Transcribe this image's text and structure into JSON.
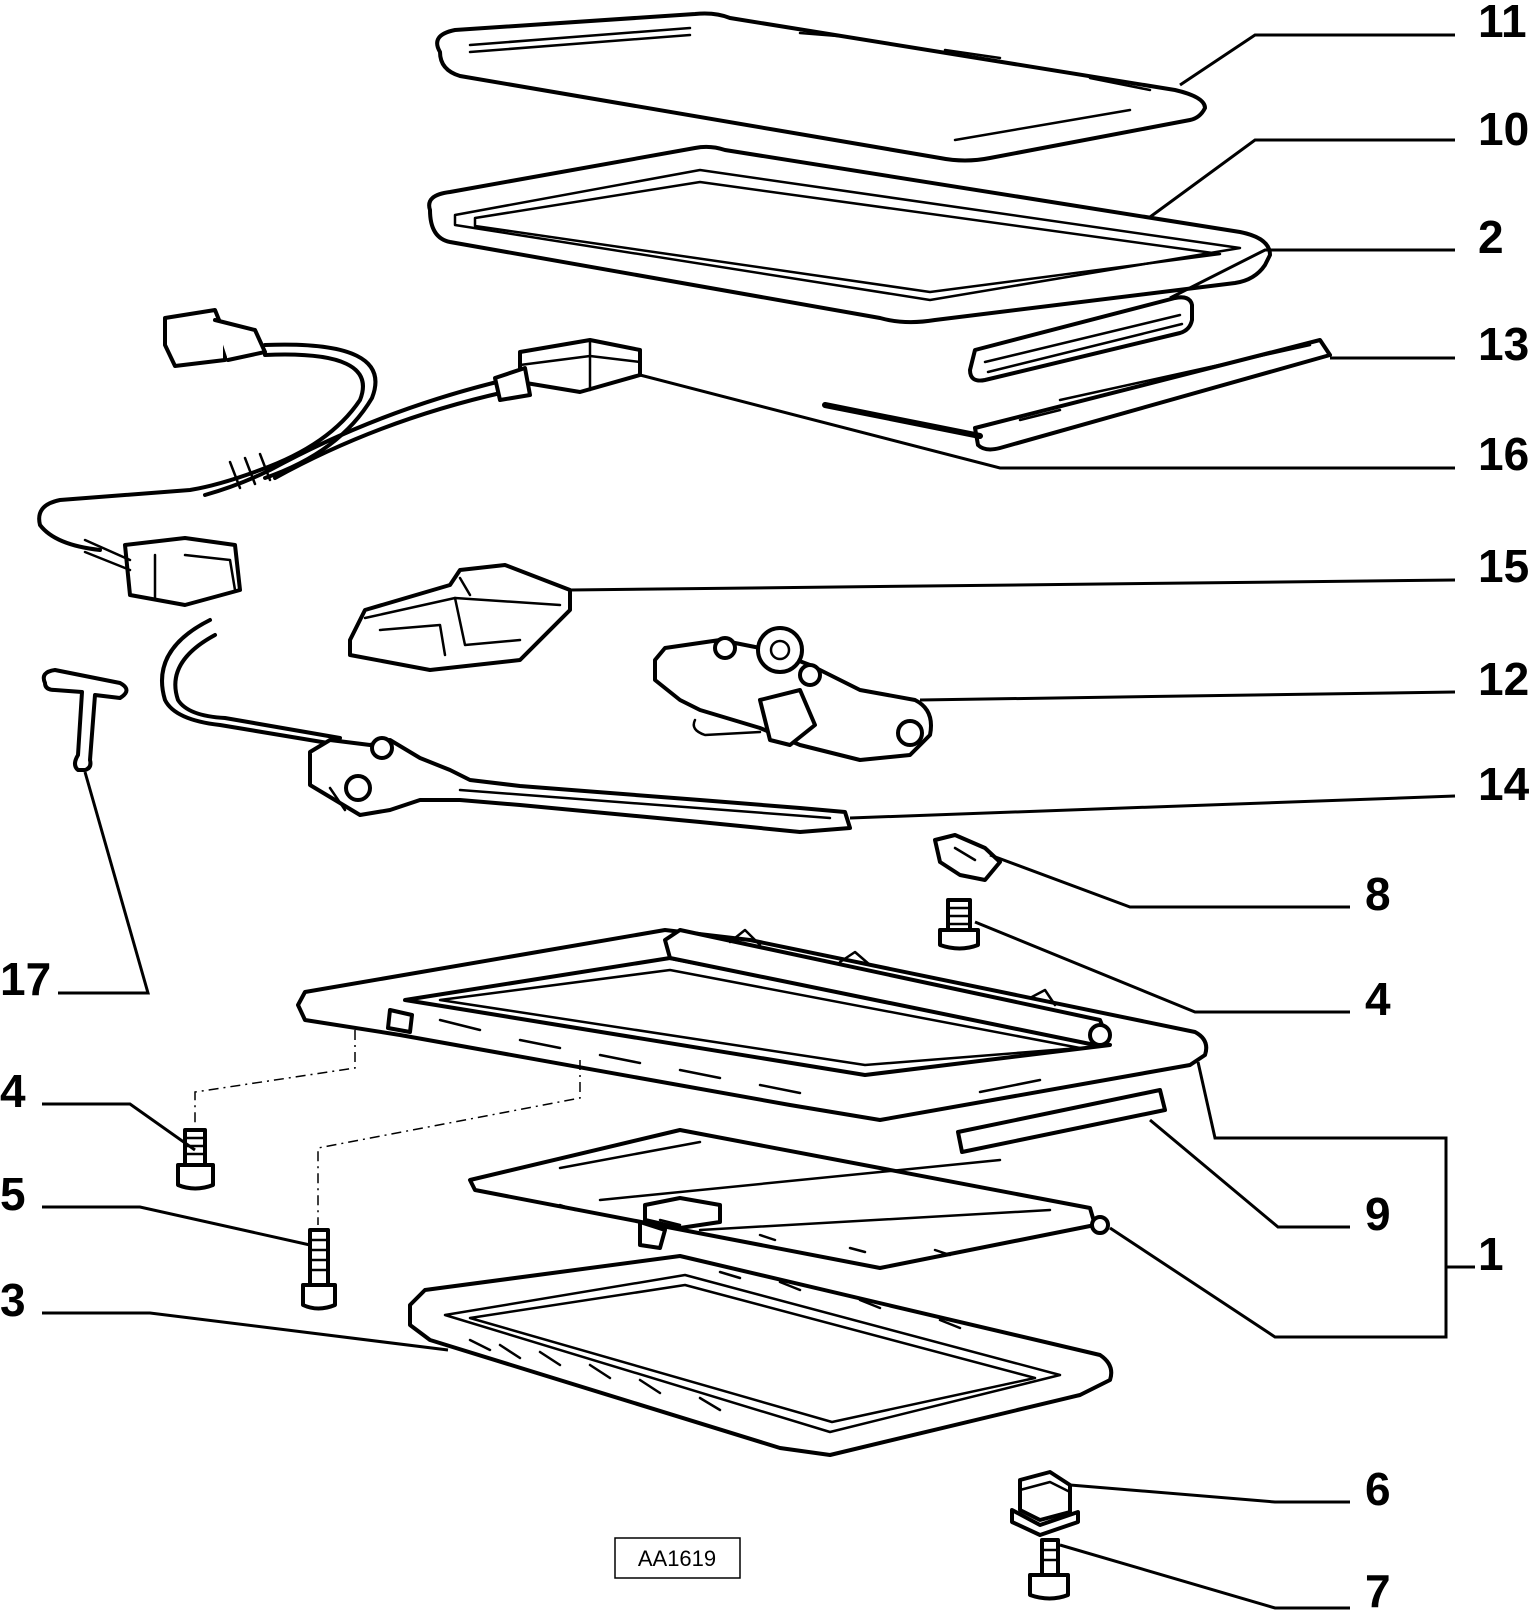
{
  "callouts": {
    "c11": "11",
    "c10": "10",
    "c2": "2",
    "c13": "13",
    "c16": "16",
    "c15": "15",
    "c12": "12",
    "c14": "14",
    "c8": "8",
    "c4_right": "4",
    "c17": "17",
    "c4_left": "4",
    "c5": "5",
    "c3": "3",
    "c9": "9",
    "c1": "1",
    "c6": "6",
    "c7": "7"
  },
  "reference_code": "AA1619"
}
